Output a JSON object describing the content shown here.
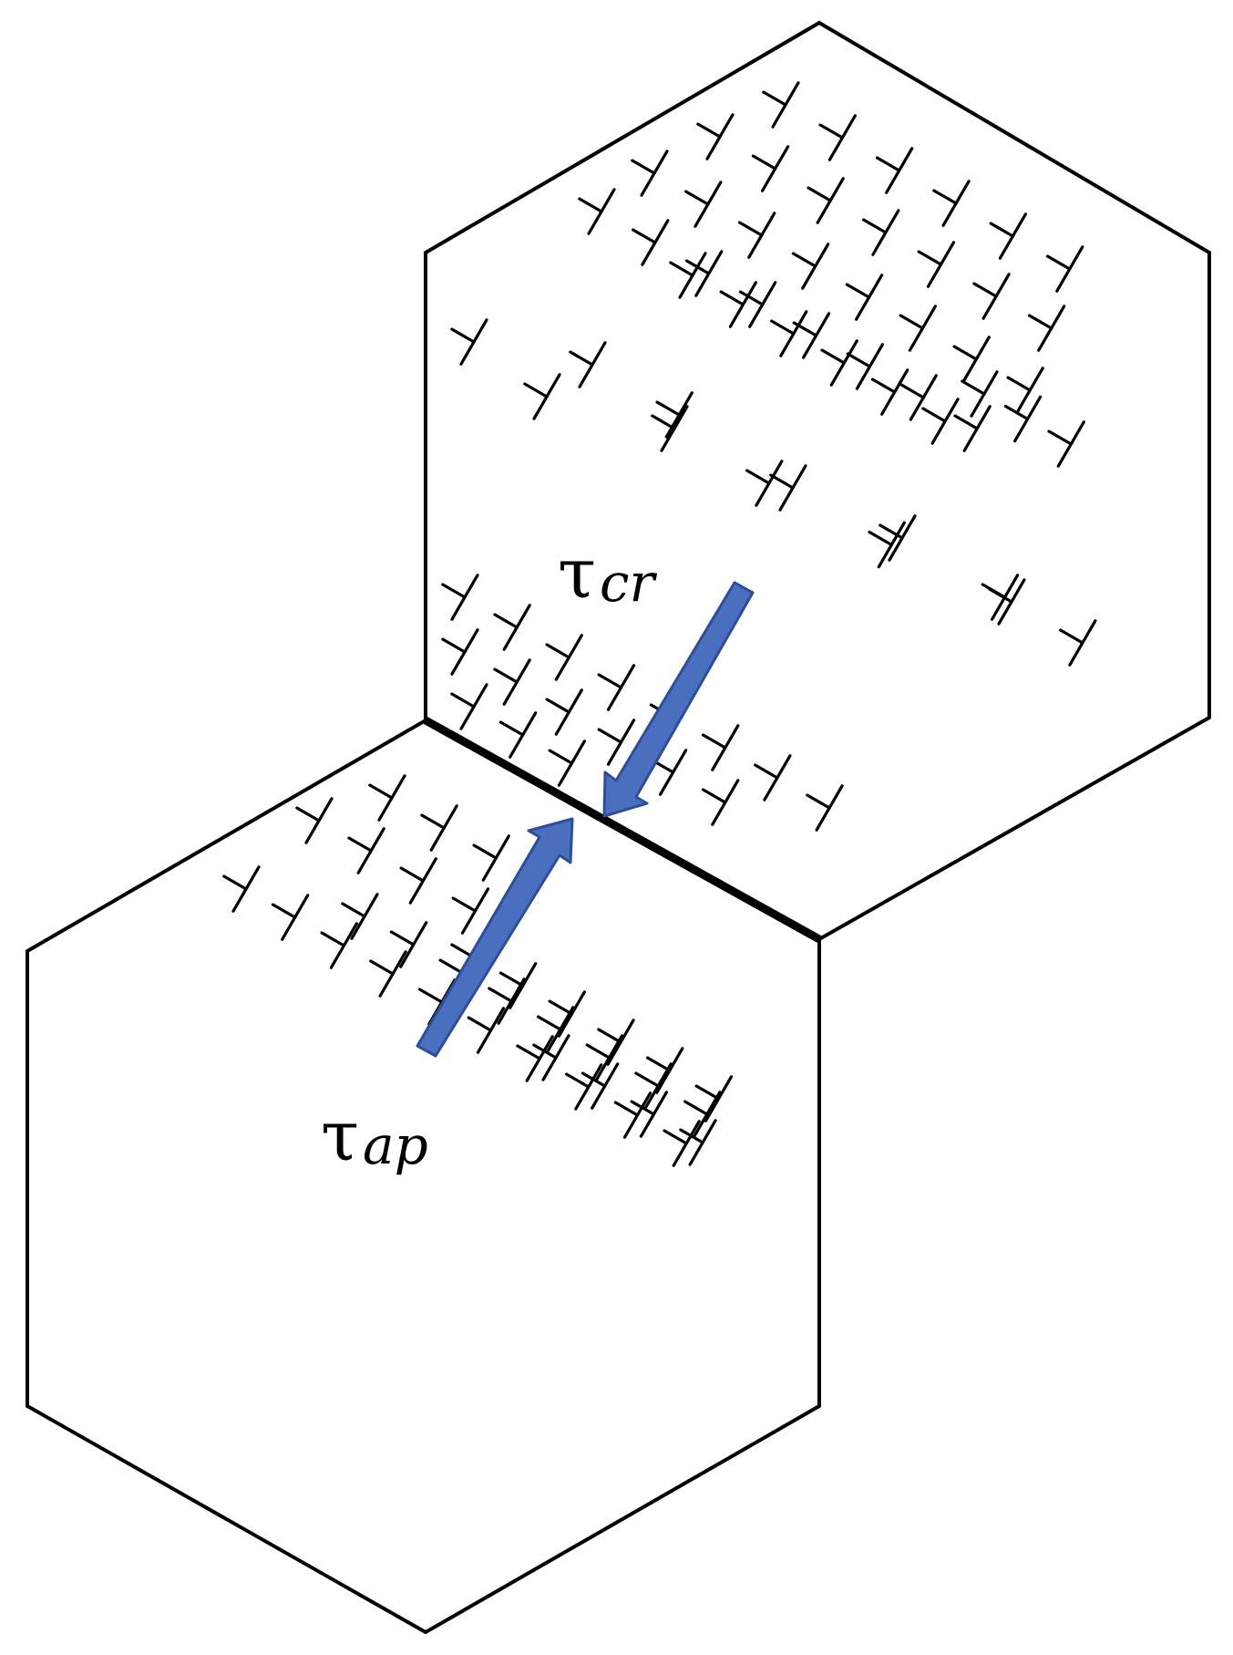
{
  "labels": {
    "critical_stress": {
      "symbol": "τ",
      "subscript": "cr"
    },
    "applied_stress": {
      "symbol": "τ",
      "subscript": "ap"
    }
  },
  "colors": {
    "grain_outline": "#000000",
    "grain_boundary": "#000000",
    "dislocation": "#000000",
    "stress_arrow": "#4a6fbf"
  },
  "icons": {
    "dislocation_symbol": "edge-dislocation-tee"
  }
}
